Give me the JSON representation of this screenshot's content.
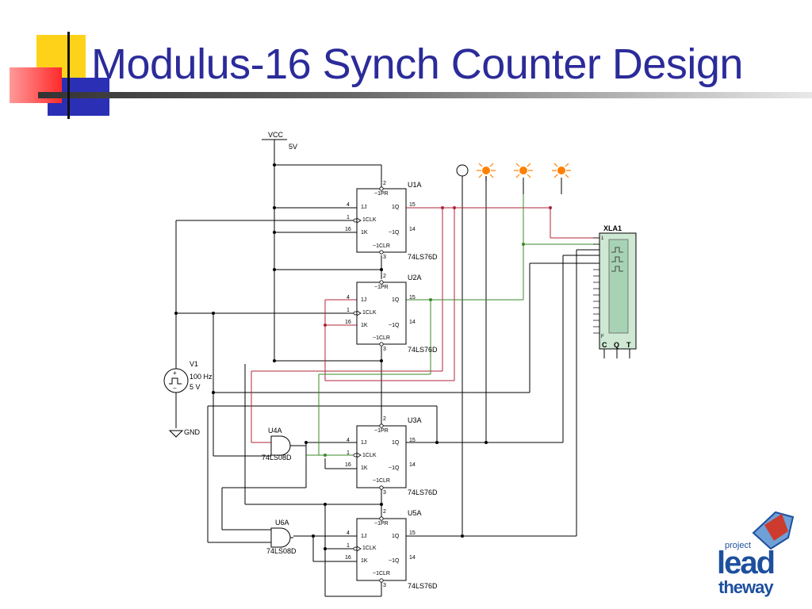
{
  "slide": {
    "title": "Modulus-16 Synch Counter Design"
  },
  "schematic": {
    "vcc_label": "VCC",
    "vcc_value": "5V",
    "gnd_label": "GND",
    "source": {
      "ref": "V1",
      "freq": "100 Hz",
      "amp": "5 V"
    },
    "flipflops": [
      {
        "ref": "U1A",
        "part": "74LS76D"
      },
      {
        "ref": "U2A",
        "part": "74LS76D"
      },
      {
        "ref": "U3A",
        "part": "74LS76D"
      },
      {
        "ref": "U5A",
        "part": "74LS76D"
      }
    ],
    "pins": {
      "pr": "~1PR",
      "j": "1J",
      "clk": "1CLK",
      "k": "1K",
      "q": "1Q",
      "qn": "~1Q",
      "clr": "~1CLR",
      "n2": "2",
      "n4": "4",
      "n1": "1",
      "n16": "16",
      "n15": "15",
      "n14": "14",
      "n3": "3"
    },
    "gates": [
      {
        "ref": "U4A",
        "part": "74LS08D"
      },
      {
        "ref": "U6A",
        "part": "74LS08D"
      }
    ],
    "analyzer": {
      "ref": "XLA1",
      "pin_first": "1",
      "pin_last": "F",
      "c": "C",
      "q": "Q",
      "t": "T"
    }
  },
  "logo": {
    "line1": "project",
    "line2": "lead",
    "line3": "theway"
  },
  "colors": {
    "title": "#2b2b9a",
    "wire_red": "#b0243a",
    "wire_green": "#3a8a2a",
    "led": "#ff8000",
    "logo_blue": "#1d4f9e"
  }
}
